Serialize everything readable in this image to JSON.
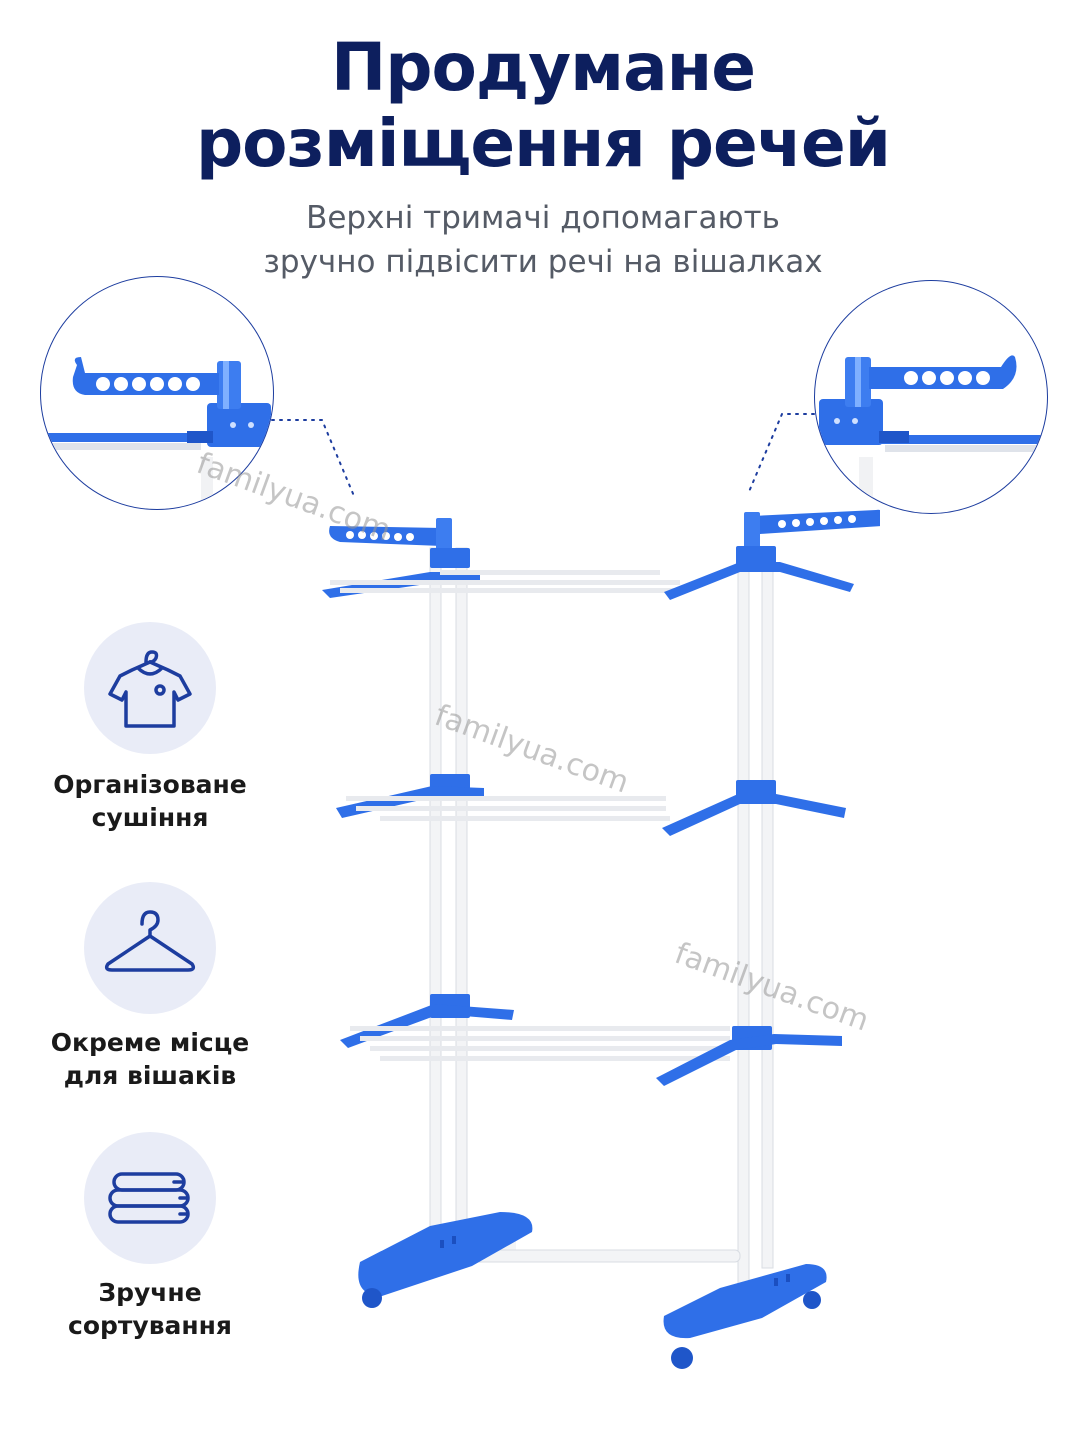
{
  "header": {
    "title_line1": "Продумане",
    "title_line2": "розміщення речей",
    "subtitle_line1": "Верхні тримачі допомагають",
    "subtitle_line2": "зручно підвісити речі на вішалках"
  },
  "features": [
    {
      "icon": "tshirt-on-hanger-icon",
      "line1": "Організоване",
      "line2": "сушіння"
    },
    {
      "icon": "hanger-icon",
      "line1": "Окреме місце",
      "line2": "для вішаків"
    },
    {
      "icon": "folded-stack-icon",
      "line1": "Зручне",
      "line2": "сортування"
    }
  ],
  "watermark": "familyua.com",
  "colors": {
    "title": "#0d1f5e",
    "accent_blue": "#2f6fe8",
    "icon_blue": "#1d3d9f",
    "icon_bg": "#e9ecf7",
    "rail_white": "#f4f5f7"
  }
}
